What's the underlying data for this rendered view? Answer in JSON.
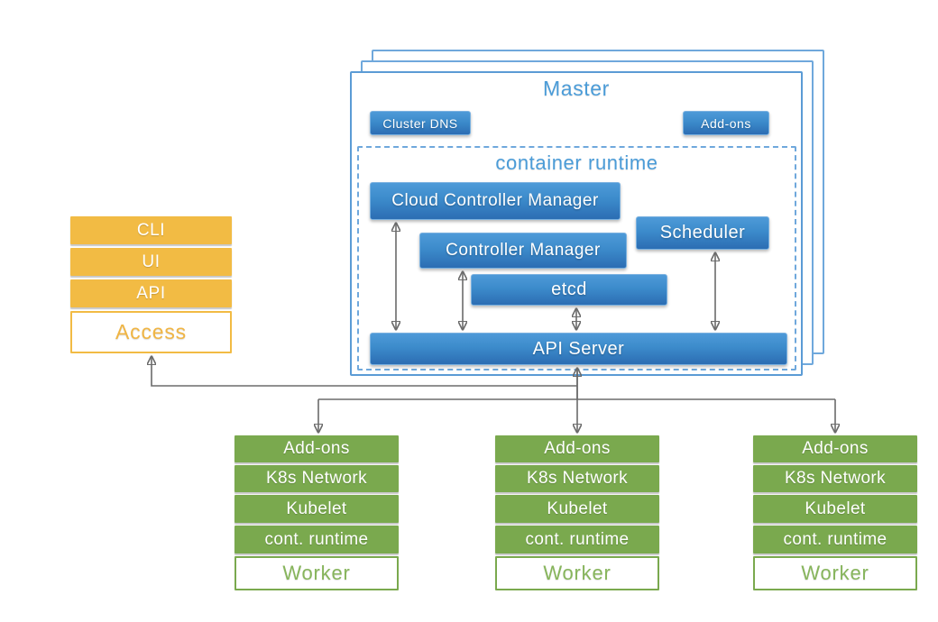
{
  "master": {
    "title": "Master",
    "buttons": {
      "cluster_dns": "Cluster DNS",
      "addons": "Add-ons"
    },
    "container_runtime": {
      "title": "container runtime",
      "cloud_controller_manager": "Cloud Controller Manager",
      "controller_manager": "Controller Manager",
      "etcd": "etcd",
      "scheduler": "Scheduler",
      "api_server": "API Server"
    }
  },
  "access_stack": {
    "rows": [
      "CLI",
      "UI",
      "API"
    ],
    "label": "Access"
  },
  "workers": [
    {
      "rows": [
        "Add-ons",
        "K8s Network",
        "Kubelet",
        "cont. runtime"
      ],
      "label": "Worker"
    },
    {
      "rows": [
        "Add-ons",
        "K8s Network",
        "Kubelet",
        "cont. runtime"
      ],
      "label": "Worker"
    },
    {
      "rows": [
        "Add-ons",
        "K8s Network",
        "Kubelet",
        "cont. runtime"
      ],
      "label": "Worker"
    }
  ],
  "colors": {
    "component_blue": "#3d8bcb",
    "outline_blue": "#5b9bd5",
    "title_blue": "#4b9cd8",
    "access_orange": "#f2bb44",
    "worker_green": "#7aa94e",
    "connector_gray": "#6b6b6b"
  }
}
